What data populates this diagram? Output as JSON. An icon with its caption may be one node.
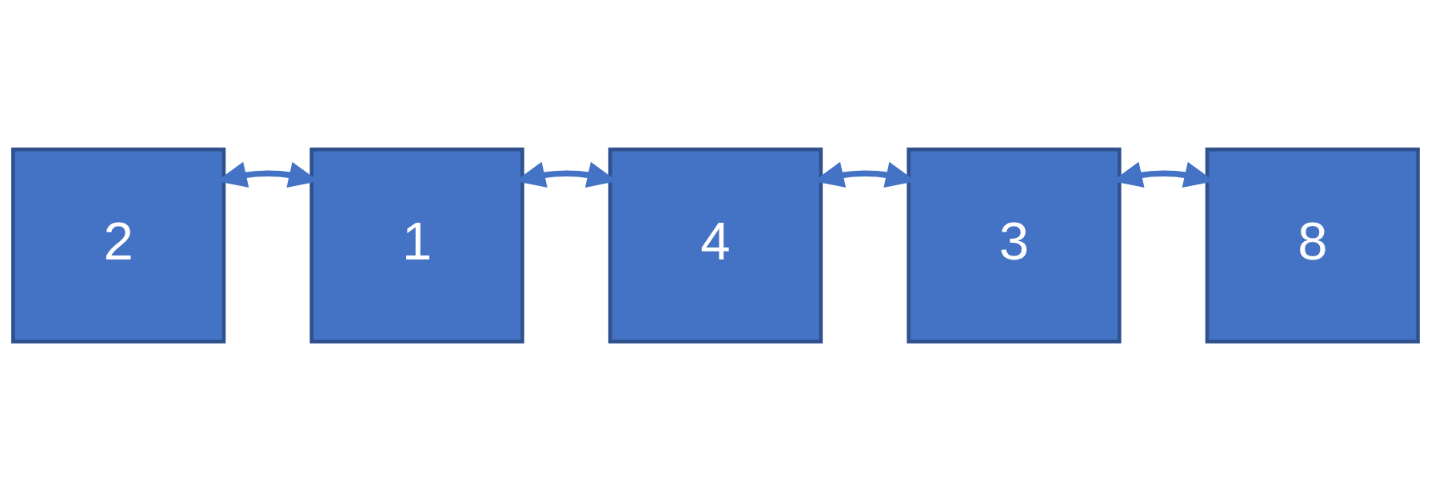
{
  "diagram": {
    "nodes": [
      {
        "text": [
          "2"
        ]
      },
      {
        "text": [
          "1"
        ]
      },
      {
        "text": [
          "4"
        ]
      },
      {
        "text": [
          "3"
        ]
      },
      {
        "text": [
          "8"
        ]
      }
    ],
    "edges": [
      {
        "from": 0,
        "to": 1,
        "arrow": "both"
      },
      {
        "from": 1,
        "to": 2,
        "arrow": "both"
      },
      {
        "from": 2,
        "to": 3,
        "arrow": "both"
      },
      {
        "from": 3,
        "to": 4,
        "arrow": "both"
      }
    ]
  }
}
